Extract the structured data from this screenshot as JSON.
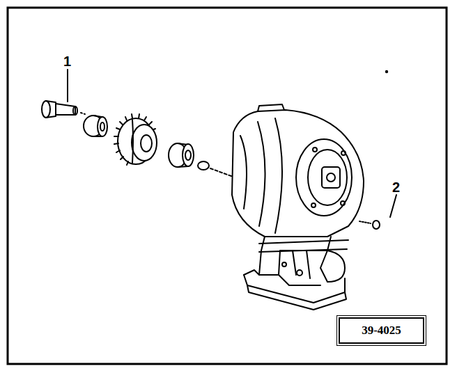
{
  "diagram": {
    "nodes": [
      {
        "text": [
          "39-4025"
        ]
      }
    ],
    "labels": [
      "1",
      "2"
    ]
  }
}
